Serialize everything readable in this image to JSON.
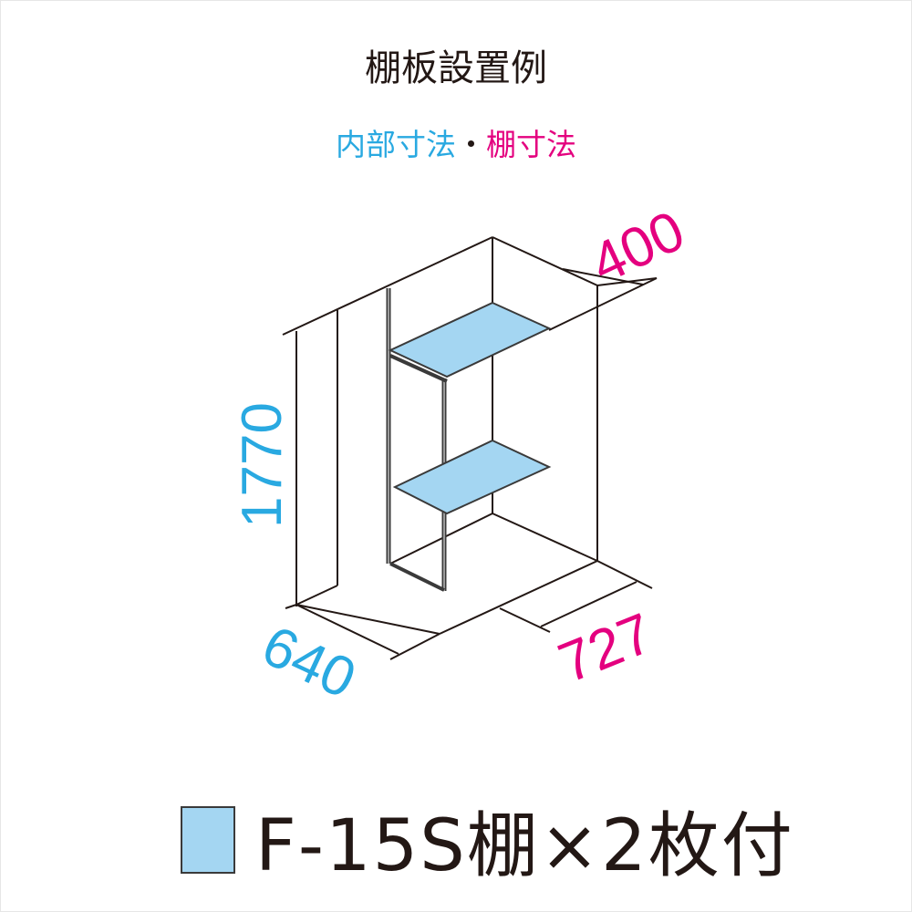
{
  "title": "棚板設置例",
  "subtitle": {
    "internal": "内部寸法",
    "separator": "・",
    "shelf": "棚寸法"
  },
  "dimensions": {
    "height": "1770",
    "depth": "640",
    "width": "727",
    "shelf_depth": "400"
  },
  "legend": {
    "label": "F-15S棚×2枚付"
  },
  "colors": {
    "internal": "#29a9e1",
    "shelf_dim": "#e4007f",
    "shelf_fill": "#a4d6f2",
    "line": "#231815"
  }
}
